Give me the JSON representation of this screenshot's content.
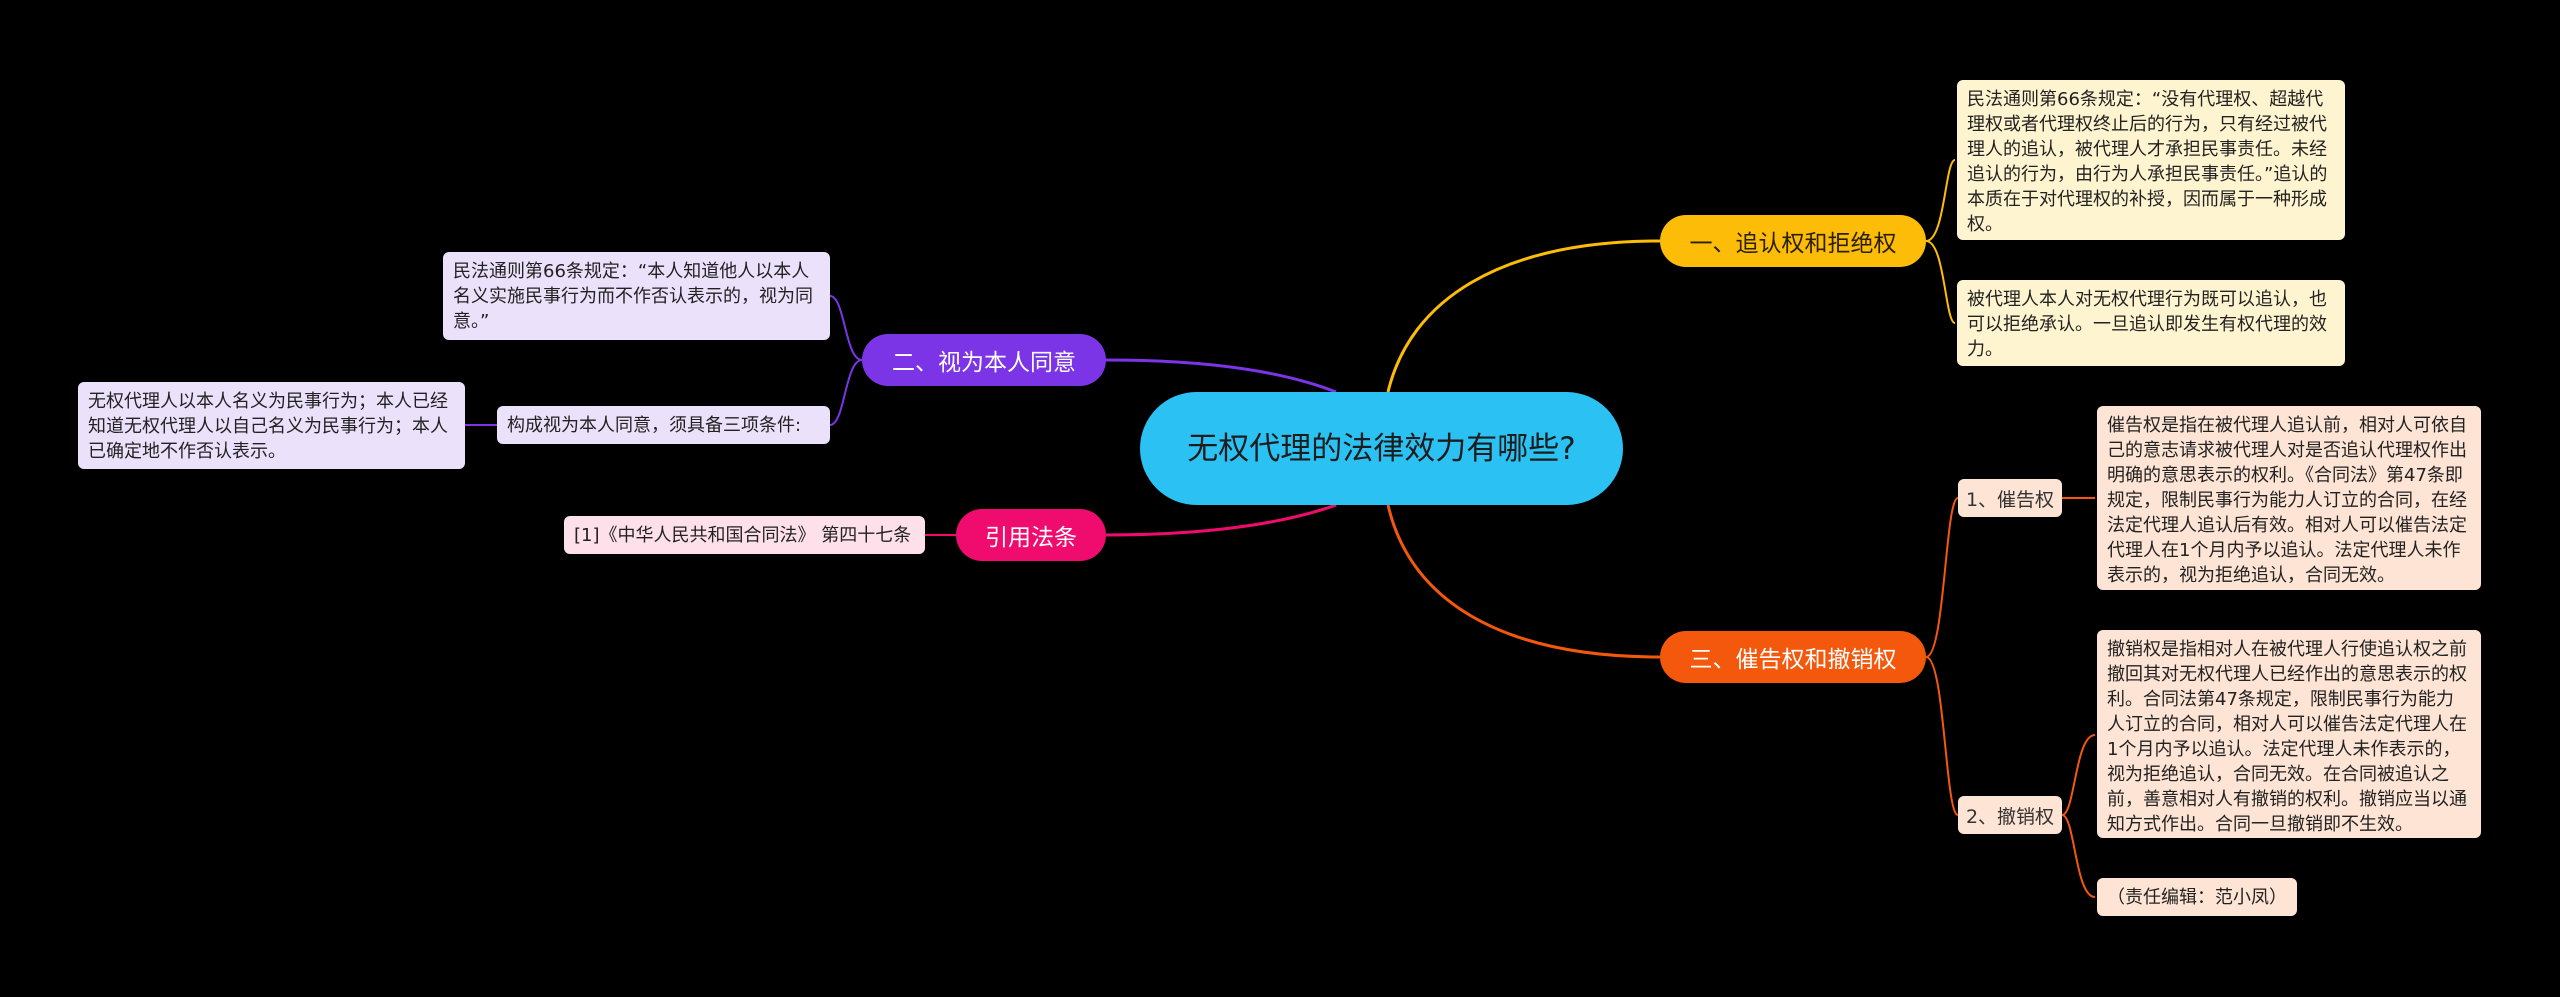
{
  "colors": {
    "center": "#2bc1f3",
    "yellow": "#fdbc08",
    "yellow_light": "#fff4d0",
    "purple": "#7b35e6",
    "purple_light": "#ece1fb",
    "pink": "#ef0c6e",
    "pink_light": "#fde0ea",
    "orange": "#f3580d",
    "orange_light": "#fde4d4"
  },
  "center": {
    "text": "无权代理的法律效力有哪些?"
  },
  "branch1": {
    "label": "一、追认权和拒绝权",
    "leaf1": "民法通则第66条规定：“没有代理权、超越代理权或者代理权终止后的行为，只有经过被代理人的追认，被代理人才承担民事责任。未经追认的行为，由行为人承担民事责任。”追认的本质在于对代理权的补授，因而属于一种形成权。",
    "leaf2": "被代理人本人对无权代理行为既可以追认，也可以拒绝承认。一旦追认即发生有权代理的效力。"
  },
  "branch2": {
    "label": "二、视为本人同意",
    "leaf1": "民法通则第66条规定：“本人知道他人以本人名义实施民事行为而不作否认表示的，视为同意。”",
    "sub_label": "构成视为本人同意，须具备三项条件:",
    "sub_leaf": "无权代理人以本人名义为民事行为；本人已经知道无权代理人以自己名义为民事行为；本人已确定地不作否认表示。"
  },
  "branch3": {
    "label": "引用法条",
    "leaf1": "[1]《中华人民共和国合同法》 第四十七条"
  },
  "branch4": {
    "label": "三、催告权和撤销权",
    "sub1_label": "1、催告权",
    "sub1_leaf": "催告权是指在被代理人追认前，相对人可依自己的意志请求被代理人对是否追认代理权作出明确的意思表示的权利。《合同法》第47条即规定，限制民事行为能力人订立的合同，在经法定代理人追认后有效。相对人可以催告法定代理人在1个月内予以追认。法定代理人未作表示的，视为拒绝追认，合同无效。",
    "sub2_label": "2、撤销权",
    "sub2_leaf1": "撤销权是指相对人在被代理人行使追认权之前撤回其对无权代理人已经作出的意思表示的权利。合同法第47条规定，限制民事行为能力人订立的合同，相对人可以催告法定代理人在1个月内予以追认。法定代理人未作表示的，视为拒绝追认，合同无效。在合同被追认之前，善意相对人有撤销的权利。撤销应当以通知方式作出。合同一旦撤销即不生效。",
    "sub2_leaf2": "（责任编辑：范小凤）"
  }
}
